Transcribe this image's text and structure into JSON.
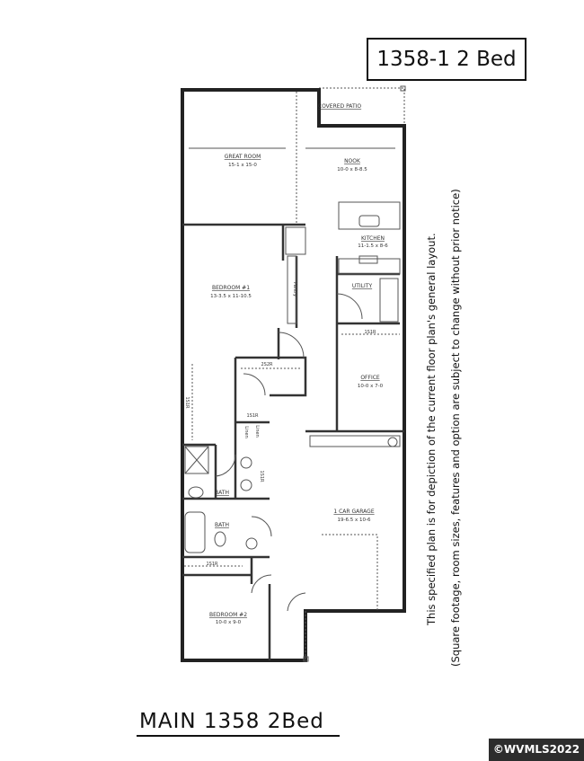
{
  "plan_title": "1358-1 2 Bed",
  "main_label": "MAIN 1358 2Bed",
  "notes": {
    "line1": "This specified plan is for depiction of the current floor plan's general layout.",
    "line2": "(Square footage, room sizes, features and option are subject to change without prior notice)"
  },
  "copyright": "©WVMLS2022",
  "rooms": {
    "covered_patio": {
      "label": "COVERED PATIO"
    },
    "great_room": {
      "label": "GREAT ROOM",
      "dims": "15-1 x 15-0"
    },
    "nook": {
      "label": "NOOK",
      "dims": "10-0 x 8-8.5"
    },
    "kitchen": {
      "label": "KITCHEN",
      "dims": "11-1.5 x 8-6"
    },
    "bedroom1": {
      "label": "BEDROOM #1",
      "dims": "13-3.5 x 11-10.5"
    },
    "pantry": {
      "label": "Pantry"
    },
    "utility": {
      "label": "UTILITY"
    },
    "office": {
      "label": "OFFICE",
      "dims": "10-0 x 7-0"
    },
    "garage": {
      "label": "1 CAR GARAGE",
      "dims": "19-6.5 x 10-6"
    },
    "bath1": {
      "label": "BATH"
    },
    "bath2": {
      "label": "BATH"
    },
    "bedroom2": {
      "label": "BEDROOM #2",
      "dims": "10-0 x 9-0"
    }
  },
  "closets": {
    "c_2s2r": "2S2R",
    "c_1s1r_a": "1S1R",
    "c_1s1r_b": "1S1R",
    "c_1s1r_c": "1S1R",
    "c_1s1r_d": "1S1R",
    "c_1s1r_office": "1S1R",
    "linen1": "Linen",
    "linen2": "Linen"
  }
}
